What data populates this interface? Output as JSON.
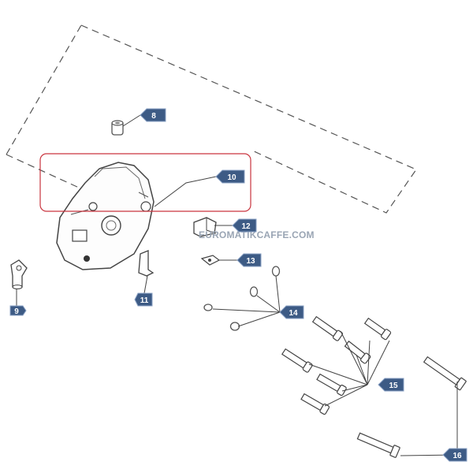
{
  "watermark": "EUROMATIKCAFFE.COM",
  "colors": {
    "tag_fill": "#3d5b85",
    "highlight_stroke": "#c9343e",
    "line": "#444444",
    "part": "#555555"
  },
  "parts": [
    {
      "id": "8",
      "label": "8",
      "icon": "nut"
    },
    {
      "id": "9",
      "label": "9",
      "icon": "elbow-fitting"
    },
    {
      "id": "10",
      "label": "10",
      "icon": "group-flange"
    },
    {
      "id": "11",
      "label": "11",
      "icon": "bracket"
    },
    {
      "id": "12",
      "label": "12",
      "icon": "clip"
    },
    {
      "id": "13",
      "label": "13",
      "icon": "small-plate"
    },
    {
      "id": "14",
      "label": "14",
      "icon": "washer"
    },
    {
      "id": "15",
      "label": "15",
      "icon": "short-screw"
    },
    {
      "id": "16",
      "label": "16",
      "icon": "long-screw"
    }
  ]
}
